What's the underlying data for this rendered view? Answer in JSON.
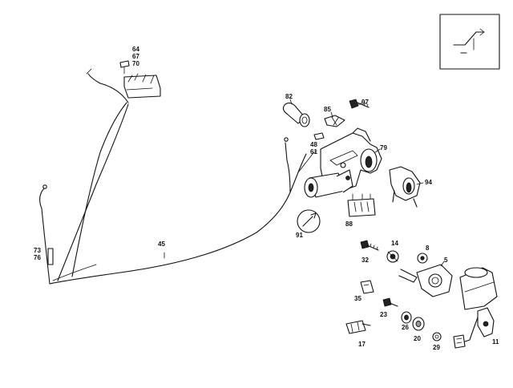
{
  "labels": {
    "l64": "64",
    "l67": "67",
    "l70": "70",
    "l82": "82",
    "l85": "85",
    "l97": "97",
    "l48": "48",
    "l61": "61",
    "l79": "79",
    "l94": "94",
    "l91": "91",
    "l88": "88",
    "l45": "45",
    "l73": "73",
    "l76": "76",
    "l14": "14",
    "l8": "8",
    "l32": "32",
    "l5": "5",
    "l35": "35",
    "l23": "23",
    "l26": "26",
    "l20": "20",
    "l29": "29",
    "l17": "17",
    "l11": "11"
  },
  "icon": {
    "name": "symbol-icon"
  }
}
